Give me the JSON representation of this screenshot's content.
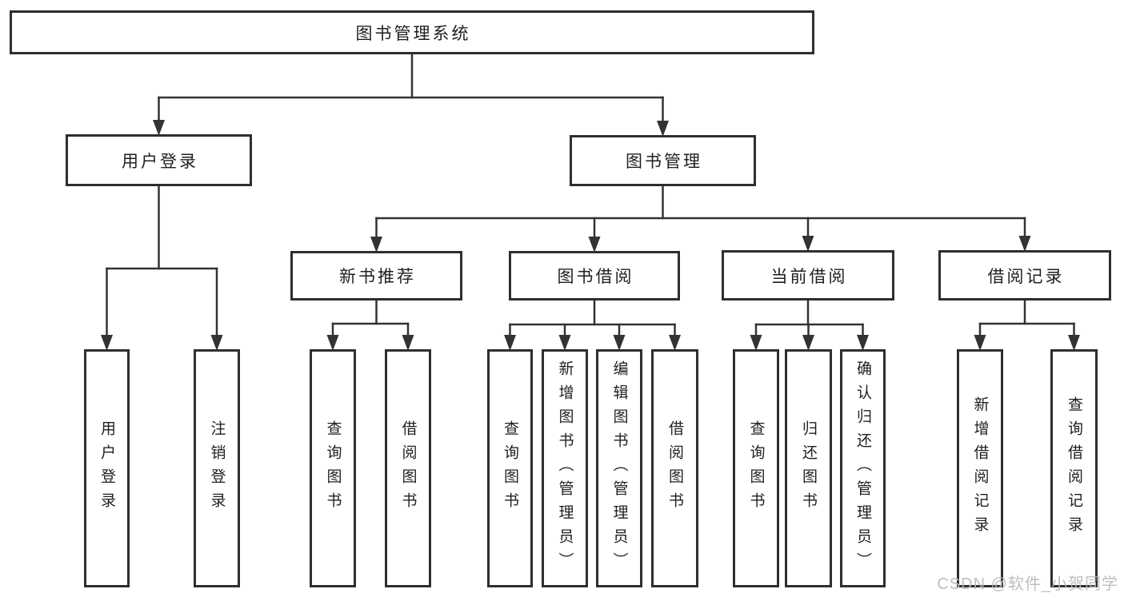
{
  "watermark": {
    "text": "CSDN @软件_小贺同学"
  },
  "style": {
    "background": "#ffffff",
    "line_color": "#333333",
    "border_color": "#2e2e2e",
    "text_color": "#1f1f1f",
    "watermark_color": "#b6b9bd"
  },
  "diagram": {
    "type": "hierarchy",
    "title": "图书管理系统",
    "nodes": [
      {
        "id": "system",
        "label": "图书管理系统",
        "parent": null,
        "orientation": "horizontal"
      },
      {
        "id": "user-login-group",
        "label": "用户登录",
        "parent": "system",
        "orientation": "horizontal"
      },
      {
        "id": "book-management",
        "label": "图书管理",
        "parent": "system",
        "orientation": "horizontal"
      },
      {
        "id": "new-book-recommend",
        "label": "新书推荐",
        "parent": "book-management",
        "orientation": "horizontal"
      },
      {
        "id": "book-borrow",
        "label": "图书借阅",
        "parent": "book-management",
        "orientation": "horizontal"
      },
      {
        "id": "current-borrow",
        "label": "当前借阅",
        "parent": "book-management",
        "orientation": "horizontal"
      },
      {
        "id": "borrow-records",
        "label": "借阅记录",
        "parent": "book-management",
        "orientation": "horizontal"
      },
      {
        "id": "user-login",
        "label": "用户登录",
        "parent": "user-login-group",
        "orientation": "vertical"
      },
      {
        "id": "logout",
        "label": "注销登录",
        "parent": "user-login-group",
        "orientation": "vertical"
      },
      {
        "id": "query-book-1",
        "label": "查询图书",
        "parent": "new-book-recommend",
        "orientation": "vertical"
      },
      {
        "id": "borrow-book-1",
        "label": "借阅图书",
        "parent": "new-book-recommend",
        "orientation": "vertical"
      },
      {
        "id": "query-book-2",
        "label": "查询图书",
        "parent": "book-borrow",
        "orientation": "vertical"
      },
      {
        "id": "add-book-admin",
        "label": "新增图书（管理员）",
        "parent": "book-borrow",
        "orientation": "vertical"
      },
      {
        "id": "edit-book-admin",
        "label": "编辑图书（管理员）",
        "parent": "book-borrow",
        "orientation": "vertical"
      },
      {
        "id": "borrow-book-2",
        "label": "借阅图书",
        "parent": "book-borrow",
        "orientation": "vertical"
      },
      {
        "id": "query-book-3",
        "label": "查询图书",
        "parent": "current-borrow",
        "orientation": "vertical"
      },
      {
        "id": "return-book",
        "label": "归还图书",
        "parent": "current-borrow",
        "orientation": "vertical"
      },
      {
        "id": "confirm-return-admin",
        "label": "确认归还（管理员）",
        "parent": "current-borrow",
        "orientation": "vertical"
      },
      {
        "id": "add-borrow-record",
        "label": "新增借阅记录",
        "parent": "borrow-records",
        "orientation": "vertical"
      },
      {
        "id": "query-borrow-record",
        "label": "查询借阅记录",
        "parent": "borrow-records",
        "orientation": "vertical"
      }
    ]
  }
}
